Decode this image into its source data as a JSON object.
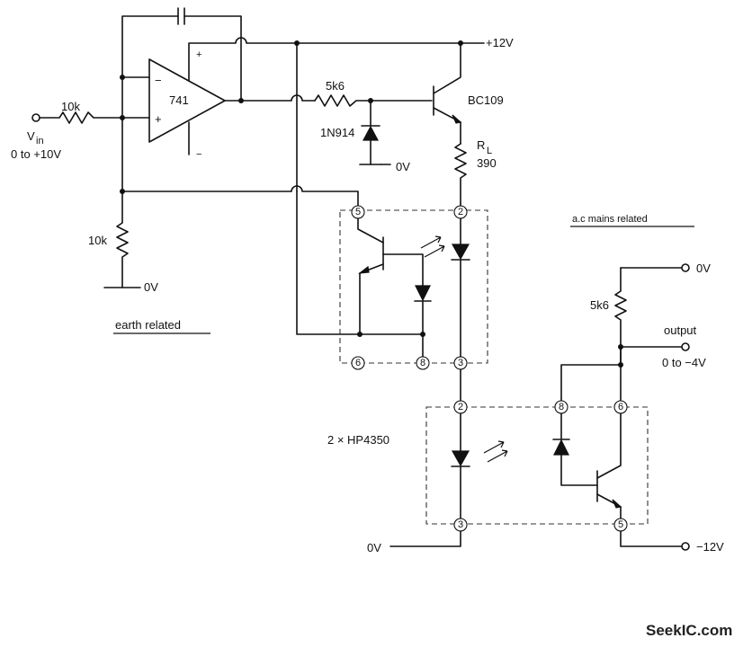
{
  "labels": {
    "supply_pos": "+12V",
    "transistor": "BC109",
    "r_base": "5k6",
    "diode": "1N914",
    "gnd_a": "0V",
    "rl_main": "R",
    "rl_sub": "L",
    "rl_value": "390",
    "r_input": "10k",
    "vin_main": "V",
    "vin_sub": "in",
    "vin_range": "0 to +10V",
    "opamp": "741",
    "r_bottom": "10k",
    "gnd_b": "0V",
    "earth_related": "earth related",
    "mains_related": "a.c mains related",
    "out_0v": "0V",
    "r_out": "5k6",
    "output": "output",
    "output_range": "0 to −4V",
    "coupler": "2 × HP4350",
    "gnd_c": "0V",
    "supply_neg": "−12V",
    "watermark": "SeekIC.com"
  },
  "pins": {
    "c1_p5": "5",
    "c1_p2": "2",
    "c1_p6": "6",
    "c1_p8": "8",
    "c1_p3": "3",
    "c2_p2": "2",
    "c2_p8": "8",
    "c2_p6": "6",
    "c2_p3": "3",
    "c2_p5": "5"
  },
  "opamp_signs": {
    "minus": "−",
    "plus": "+",
    "sup_plus": "+",
    "sup_minus": "−"
  }
}
